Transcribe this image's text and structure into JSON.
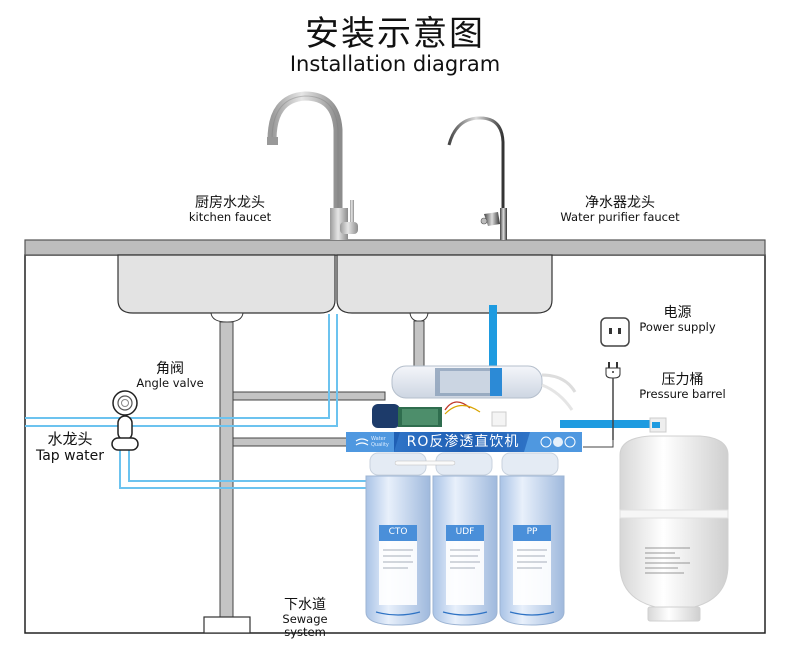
{
  "title": {
    "cn": "安装示意图",
    "en": "Installation diagram"
  },
  "labels": {
    "kitchen_faucet": {
      "cn": "厨房水龙头",
      "en": "kitchen faucet"
    },
    "purifier_faucet": {
      "cn": "净水器龙头",
      "en": "Water purifier faucet"
    },
    "power_supply": {
      "cn": "电源",
      "en": "Power supply"
    },
    "pressure_barrel": {
      "cn": "压力桶",
      "en": "Pressure barrel"
    },
    "angle_valve": {
      "cn": "角阀",
      "en": "Angle valve"
    },
    "tap_water": {
      "cn": "水龙头",
      "en": "Tap water"
    },
    "sewage_system": {
      "cn": "下水道",
      "en": "Sewage system"
    }
  },
  "machine": {
    "banner_text": "RO反渗透直饮机",
    "brand_line1": "Water",
    "brand_line2": "Quality",
    "filters": [
      "CTO",
      "UDF",
      "PP"
    ]
  },
  "colors": {
    "pipe_blue": "#1e9be0",
    "pipe_light_blue": "#6cc3ef",
    "counter_gray": "#bdbdbd",
    "sink_gray": "#e3e3e3",
    "banner_blue": "#2a6fc4",
    "filter_blue": "#c7d9f0"
  }
}
